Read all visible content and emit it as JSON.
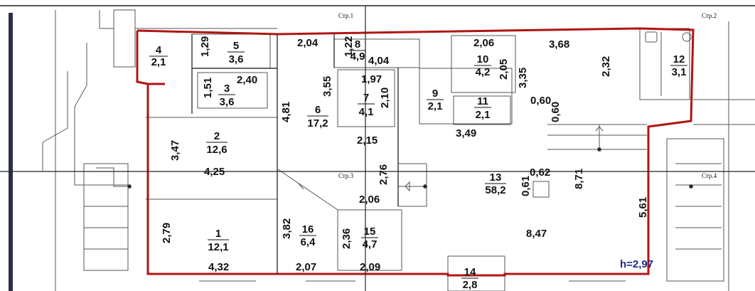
{
  "sheets": {
    "s1": "Стр.1",
    "s2": "Стр.2",
    "s3": "Стр.3",
    "s4": "Стр.4"
  },
  "ceiling": "h=2,97",
  "rooms": [
    {
      "id": "r4",
      "num": "4",
      "area": "2,1"
    },
    {
      "id": "r5",
      "num": "5",
      "area": "3,6"
    },
    {
      "id": "r3",
      "num": "3",
      "area": "3,6"
    },
    {
      "id": "r8",
      "num": "8",
      "area": "4,9"
    },
    {
      "id": "r10",
      "num": "10",
      "area": "4,2"
    },
    {
      "id": "r12",
      "num": "12",
      "area": "3,1"
    },
    {
      "id": "r7",
      "num": "7",
      "area": "4,1"
    },
    {
      "id": "r9",
      "num": "9",
      "area": "2,1"
    },
    {
      "id": "r11",
      "num": "11",
      "area": "2,1"
    },
    {
      "id": "r6",
      "num": "6",
      "area": "17,2"
    },
    {
      "id": "r2",
      "num": "2",
      "area": "12,6"
    },
    {
      "id": "r13",
      "num": "13",
      "area": "58,2"
    },
    {
      "id": "r1",
      "num": "1",
      "area": "12,1"
    },
    {
      "id": "r16",
      "num": "16",
      "area": "6,4"
    },
    {
      "id": "r15",
      "num": "15",
      "area": "4,7"
    },
    {
      "id": "r14",
      "num": "14",
      "area": "2,8"
    }
  ],
  "dims": {
    "d129": "1,29",
    "d204": "2,04",
    "d122": "1,22",
    "d206": "2,06",
    "d368": "3,68",
    "d205": "2,05",
    "d404": "4,04",
    "d232": "2,32",
    "d151": "1,51",
    "d240": "2,40",
    "d355": "3,55",
    "d197": "1,97",
    "d210": "2,10",
    "d335": "3,35",
    "d481": "4,81",
    "d060a": "0,60",
    "d060b": "0,60",
    "d349": "3,49",
    "d347": "3,47",
    "d215": "2,15",
    "d425": "4,25",
    "d276": "2,76",
    "d062": "0,62",
    "d871": "8,71",
    "d061": "0,61",
    "d206b": "2,06",
    "d561": "5,61",
    "d279": "2,79",
    "d382": "3,82",
    "d236": "2,36",
    "d847": "8,47",
    "d432": "4,32",
    "d207": "2,07",
    "d209": "2,09"
  }
}
